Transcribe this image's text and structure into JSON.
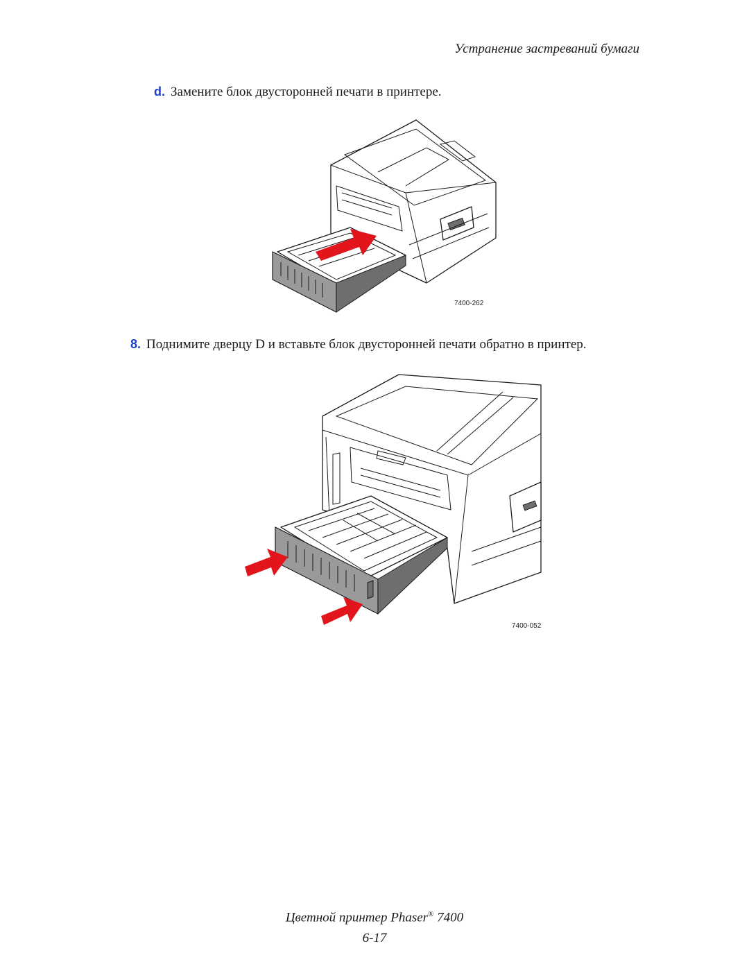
{
  "header": {
    "section_title": "Устранение застреваний бумаги"
  },
  "steps": [
    {
      "marker": "d.",
      "text": "Замените блок двусторонней печати в принтере."
    },
    {
      "marker": "8.",
      "text": "Поднимите дверцу D и вставьте блок двусторонней печати обратно в принтер."
    }
  ],
  "figures": [
    {
      "code": "7400-262",
      "icon": "printer-duplex-unit-illustration"
    },
    {
      "code": "7400-052",
      "icon": "printer-duplex-insert-illustration"
    }
  ],
  "colors": {
    "step_marker": "#1c3fd0",
    "arrow": "#e3151c"
  },
  "footer": {
    "title_prefix": "Цветной принтер Phaser",
    "registered": "®",
    "title_model": "7400",
    "page": "6-17"
  }
}
